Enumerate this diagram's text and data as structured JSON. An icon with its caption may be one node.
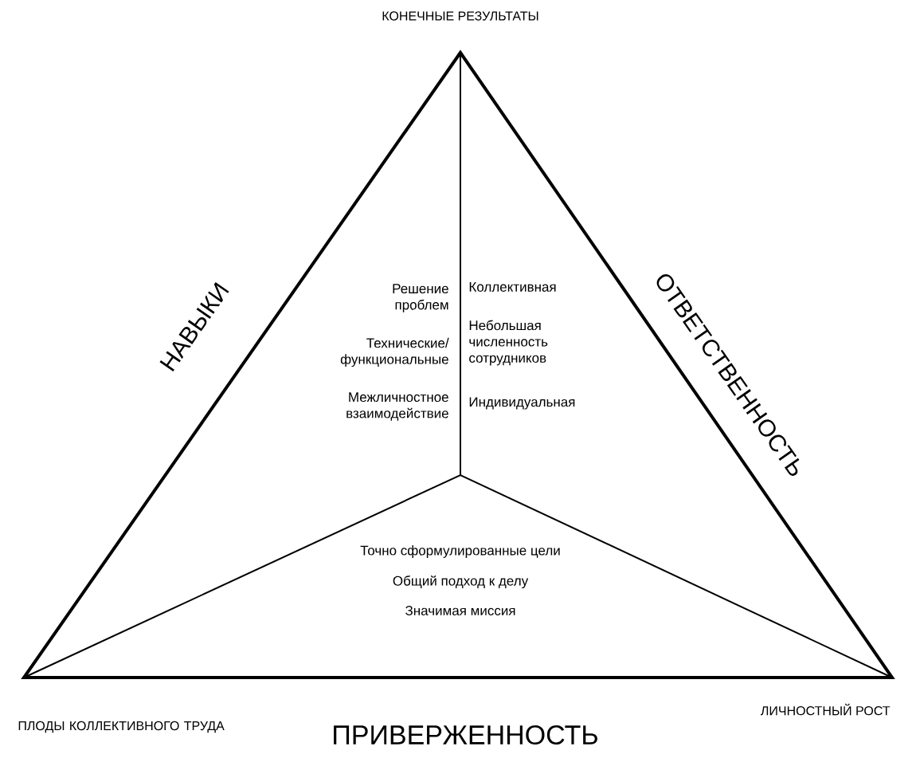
{
  "diagram": {
    "labels": [
      "КОНЕЧНЫЕ РЕЗУЛЬТАТЫ",
      "НАВЫКИ",
      "Решение проблем",
      "Технические/ функциональные",
      "Межличностное взаимодействие",
      "Коллективная",
      "Небольшая численность сотрудников",
      "Индивидуальная",
      "ОТВЕТСТВЕННОСТЬ",
      "Точно сформулированные цели",
      "Общий подход к делу",
      "Значимая миссия",
      "ПЛОДЫ КОЛЛЕКТИВНОГО ТРУДА",
      "ПРИВЕРЖЕННОСТЬ",
      "ЛИЧНОСТНЫЙ РОСТ"
    ]
  }
}
